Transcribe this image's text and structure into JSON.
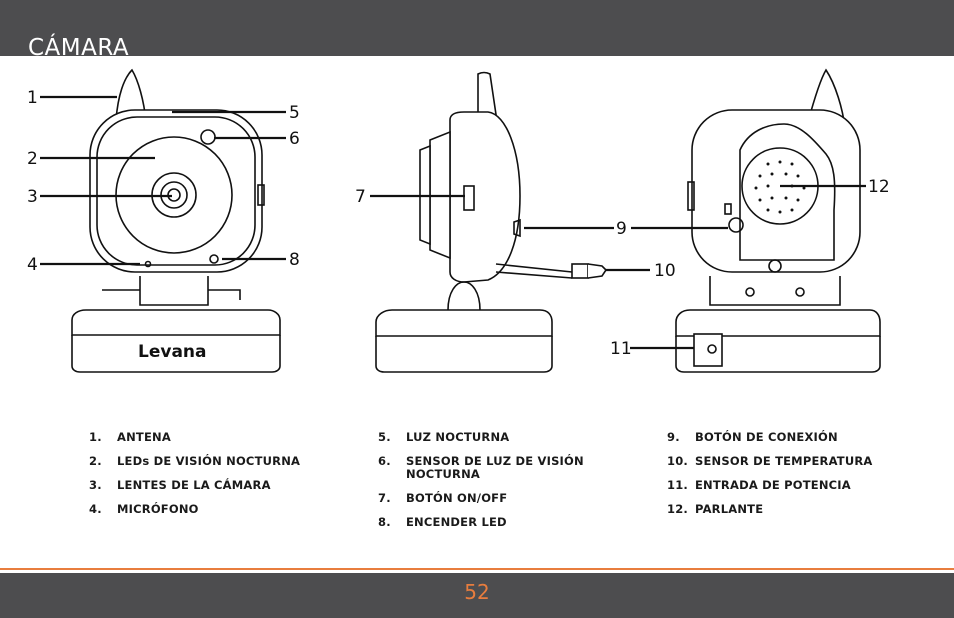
{
  "header": {
    "title": "CÁMARA"
  },
  "callouts": [
    "1",
    "2",
    "3",
    "4",
    "5",
    "6",
    "7",
    "8",
    "9",
    "10",
    "11",
    "12"
  ],
  "brand": "Levana",
  "legend": {
    "col1": [
      {
        "n": "1.",
        "label": "ANTENA"
      },
      {
        "n": "2.",
        "label": "LEDs DE VISIÓN NOCTURNA"
      },
      {
        "n": "3.",
        "label": "LENTES DE LA CÁMARA"
      },
      {
        "n": "4.",
        "label": "MICRÓFONO"
      }
    ],
    "col2": [
      {
        "n": "5.",
        "label": "LUZ NOCTURNA"
      },
      {
        "n": "6.",
        "label": "SENSOR DE LUZ DE VISIÓN NOCTURNA"
      },
      {
        "n": "7.",
        "label": "BOTÓN ON/OFF"
      },
      {
        "n": "8.",
        "label": "ENCENDER LED"
      }
    ],
    "col3": [
      {
        "n": "9.",
        "label": "BOTÓN DE CONEXIÓN"
      },
      {
        "n": "10.",
        "label": "SENSOR DE TEMPERATURA"
      },
      {
        "n": "11.",
        "label": "ENTRADA DE POTENCIA"
      },
      {
        "n": "12.",
        "label": "PARLANTE"
      }
    ]
  },
  "footer": {
    "page_number": "52"
  },
  "colors": {
    "header_bg": "#4d4d4f",
    "accent": "#e87d3e"
  }
}
